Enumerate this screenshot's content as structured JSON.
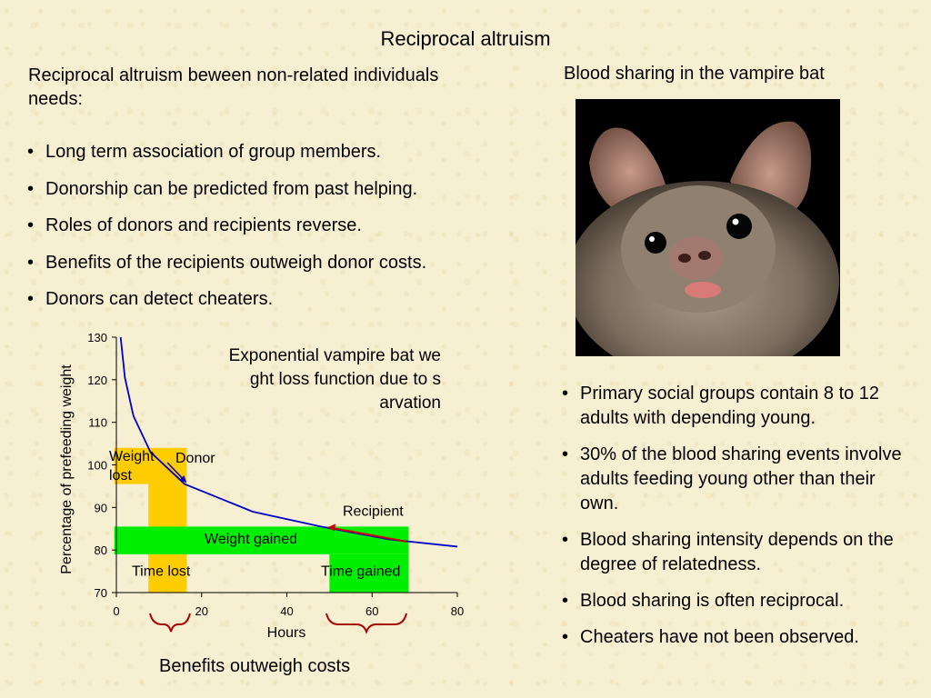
{
  "slide": {
    "title": "Reciprocal altruism",
    "left_intro": "Reciprocal altruism beween non-related individuals needs:",
    "left_bullets": [
      "Long term association of group members.",
      "Donorship can be predicted from past helping.",
      "Roles of donors and recipients reverse.",
      "Benefits of the recipients outweigh donor costs.",
      "Donors can detect cheaters."
    ],
    "right_heading": "Blood sharing in the vampire bat",
    "right_bullets": [
      "Primary social groups contain 8 to 12 adults with depending young.",
      "30% of the blood sharing events involve adults feeding young other than their own.",
      "Blood sharing intensity depends on the degree of relatedness.",
      "Blood sharing is often reciprocal.",
      "Cheaters have not been observed."
    ],
    "bullet_char": "•",
    "bottom_caption": "Benefits outweigh costs"
  },
  "chart_data": {
    "type": "line",
    "xlabel": "Hours",
    "ylabel": "Percentage of prefeeding weight",
    "xlim": [
      0,
      80
    ],
    "ylim": [
      70,
      130
    ],
    "xticks": [
      0,
      20,
      40,
      60,
      80
    ],
    "yticks": [
      70,
      80,
      90,
      100,
      110,
      120,
      130
    ],
    "annotation": "Exponential vampire bat weight loss function due to starvation",
    "series": [
      {
        "color": "#0000cc",
        "x": [
          1,
          2,
          4,
          8,
          16,
          32,
          48,
          64,
          80
        ],
        "y": [
          130,
          120.5,
          111.5,
          103,
          95.5,
          89,
          85.5,
          82.5,
          80.8
        ]
      }
    ],
    "labels": {
      "weight_lost": "Weight lost",
      "donor": "Donor",
      "recipient": "Recipient",
      "weight_gained": "Weight gained",
      "time_lost": "Time lost",
      "time_gained": "Time gained"
    },
    "colors": {
      "weight_lost_fill": "#ffcc00",
      "weight_gained_fill": "#00ee00",
      "recipient_arrow": "#cc0000",
      "donor_arrow": "#0000cc",
      "braces": "#aa0000"
    }
  }
}
